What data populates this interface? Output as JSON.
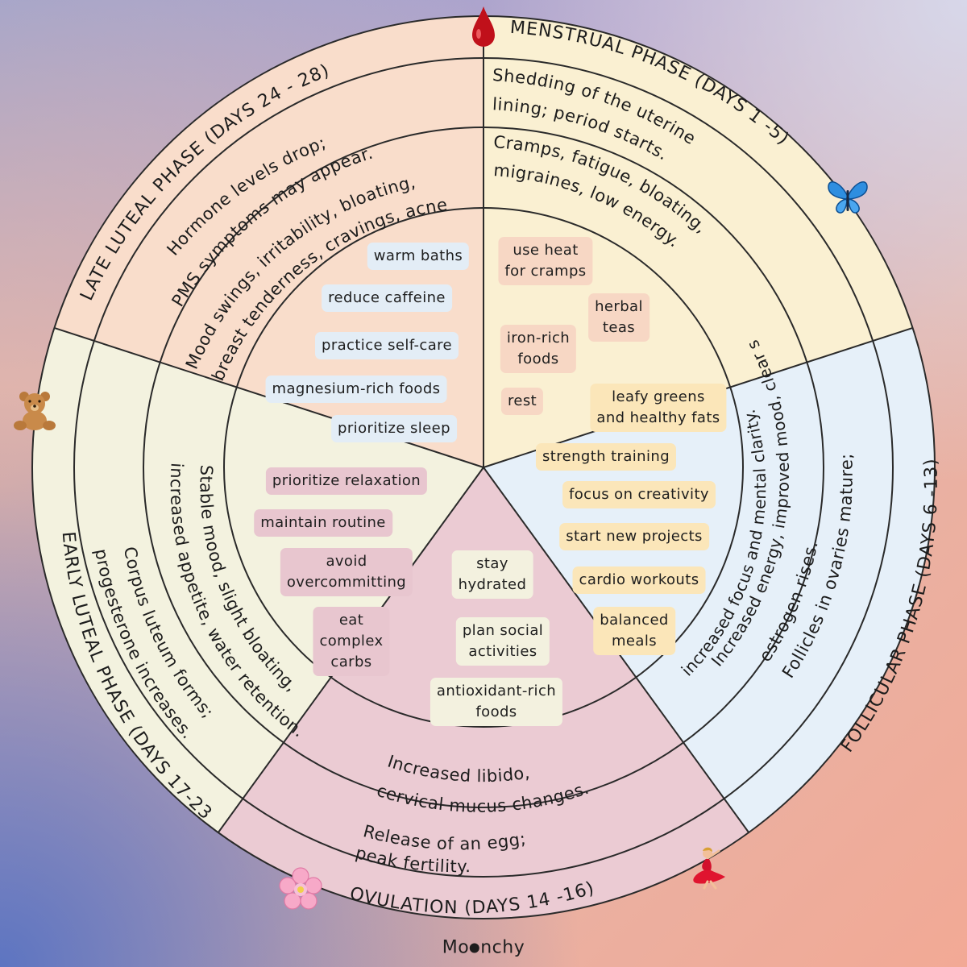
{
  "colors": {
    "menstrual": "#faf0d2",
    "follicular": "#e6f0f9",
    "ovulation": "#ebcbd3",
    "early_luteal": "#f3f2df",
    "late_luteal": "#f9ddcb",
    "line": "#2a2a2a"
  },
  "phases": [
    {
      "id": "menstrual",
      "title": "MENSTRUAL PHASE (DAYS 1 -5)",
      "description": [
        "Shedding of the uterine",
        "lining; period starts."
      ],
      "symptoms": [
        "Cramps, fatigue, bloating,",
        "migraines, low energy."
      ],
      "icon": "blood-drop-icon",
      "tips": [
        "use heat\nfor cramps",
        "herbal\nteas",
        "iron-rich\nfoods",
        "rest"
      ]
    },
    {
      "id": "follicular",
      "title": "FOLLICULAR PHASE (DAYS 6 -13)",
      "description": [
        "Follicles in ovaries mature;",
        "estrogen rises."
      ],
      "symptoms": [
        "Increased energy, improved mood, clear skin,",
        "increased focus and mental clarity."
      ],
      "icon": "butterfly-icon",
      "tips": [
        "leafy greens\nand healthy fats",
        "strength training",
        "focus on creativity",
        "start new projects",
        "cardio workouts",
        "balanced\nmeals"
      ]
    },
    {
      "id": "ovulation",
      "title": "OVULATION (DAYS 14 -16)",
      "description": [
        "Release of an egg;",
        "peak fertility."
      ],
      "symptoms": [
        "Increased libido,",
        "cervical mucus changes."
      ],
      "icon": "dancer-icon",
      "tips": [
        "stay\nhydrated",
        "plan social\nactivities",
        "antioxidant-rich\nfoods"
      ]
    },
    {
      "id": "early_luteal",
      "title": "EARLY LUTEAL PHASE (DAYS 17-23)",
      "description": [
        "Corpus luteum forms;",
        "progesterone increases."
      ],
      "symptoms": [
        "Stable mood, slight bloating,",
        "increased appetite, water retention."
      ],
      "icon": "cherry-blossom-icon",
      "tips": [
        "prioritize relaxation",
        "maintain routine",
        "avoid\novercommitting",
        "eat\ncomplex\ncarbs"
      ]
    },
    {
      "id": "late_luteal",
      "title": "LATE LUTEAL PHASE (DAYS 24 - 28)",
      "description": [
        "Hormone levels drop;",
        "PMS symptoms may appear."
      ],
      "symptoms": [
        "Mood swings, irritability, bloating,",
        "breast tenderness, cravings, acne."
      ],
      "icon": "teddy-bear-icon",
      "tips": [
        "warm baths",
        "reduce caffeine",
        "practice self-care",
        "magnesium-rich foods",
        "prioritize sleep"
      ]
    }
  ],
  "brand": {
    "prefix": "Mo",
    "suffix": "nchy"
  }
}
